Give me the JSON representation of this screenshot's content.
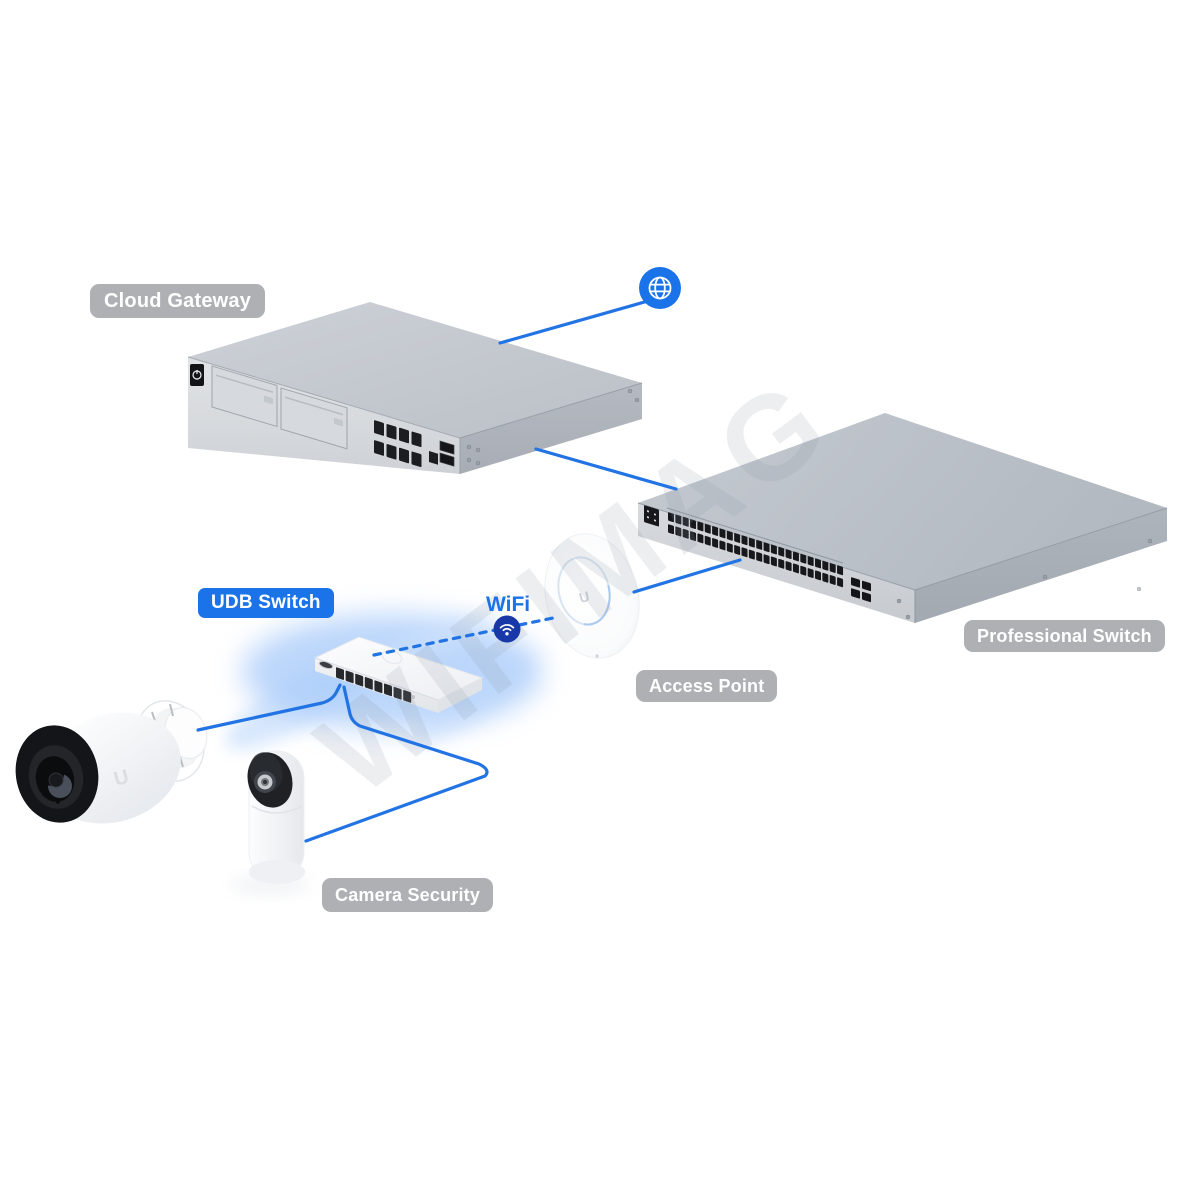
{
  "diagram": {
    "watermark_text": "WIFIMAG",
    "labels": {
      "cloud_gateway": "Cloud Gateway",
      "udb_switch": "UDB Switch",
      "wifi": "WiFi",
      "access_point": "Access Point",
      "professional_switch": "Professional Switch",
      "camera_security": "Camera Security"
    },
    "colors": {
      "background": "#ffffff",
      "link_blue": "#2273e3",
      "accent_blue": "#1a73e8",
      "wifi_navy": "#1838a8",
      "label_gray_bg": "rgba(167,169,173,0.92)",
      "label_text": "#ffffff"
    },
    "nodes": [
      {
        "id": "internet",
        "icon": "globe-icon"
      },
      {
        "id": "cloud-gateway",
        "label": "Cloud Gateway",
        "type": "gateway",
        "visible_ports": {
          "rj45": 8,
          "sfp": 2,
          "console": 1
        },
        "drive_bays": 2
      },
      {
        "id": "professional-switch",
        "label": "Professional Switch",
        "type": "rack-switch",
        "visible_ports": {
          "rj45": 48,
          "sfp": 4
        }
      },
      {
        "id": "udb-switch",
        "label": "UDB Switch",
        "type": "desktop-switch",
        "visible_ports": {
          "rj45": 8,
          "usb": 1
        },
        "highlighted": true
      },
      {
        "id": "access-point",
        "label": "Access Point",
        "type": "access-point"
      },
      {
        "id": "camera-bullet",
        "label": "Camera Security",
        "type": "camera"
      },
      {
        "id": "camera-compact",
        "label": "Camera Security",
        "type": "camera"
      }
    ],
    "connections": [
      {
        "from": "internet",
        "to": "cloud-gateway",
        "style": "solid"
      },
      {
        "from": "cloud-gateway",
        "to": "professional-switch",
        "style": "solid"
      },
      {
        "from": "professional-switch",
        "to": "access-point",
        "style": "solid"
      },
      {
        "from": "access-point",
        "to": "udb-switch",
        "style": "wifi-dashed",
        "label": "WiFi"
      },
      {
        "from": "udb-switch",
        "to": "camera-bullet",
        "style": "solid"
      },
      {
        "from": "udb-switch",
        "to": "camera-compact",
        "style": "solid"
      }
    ]
  }
}
